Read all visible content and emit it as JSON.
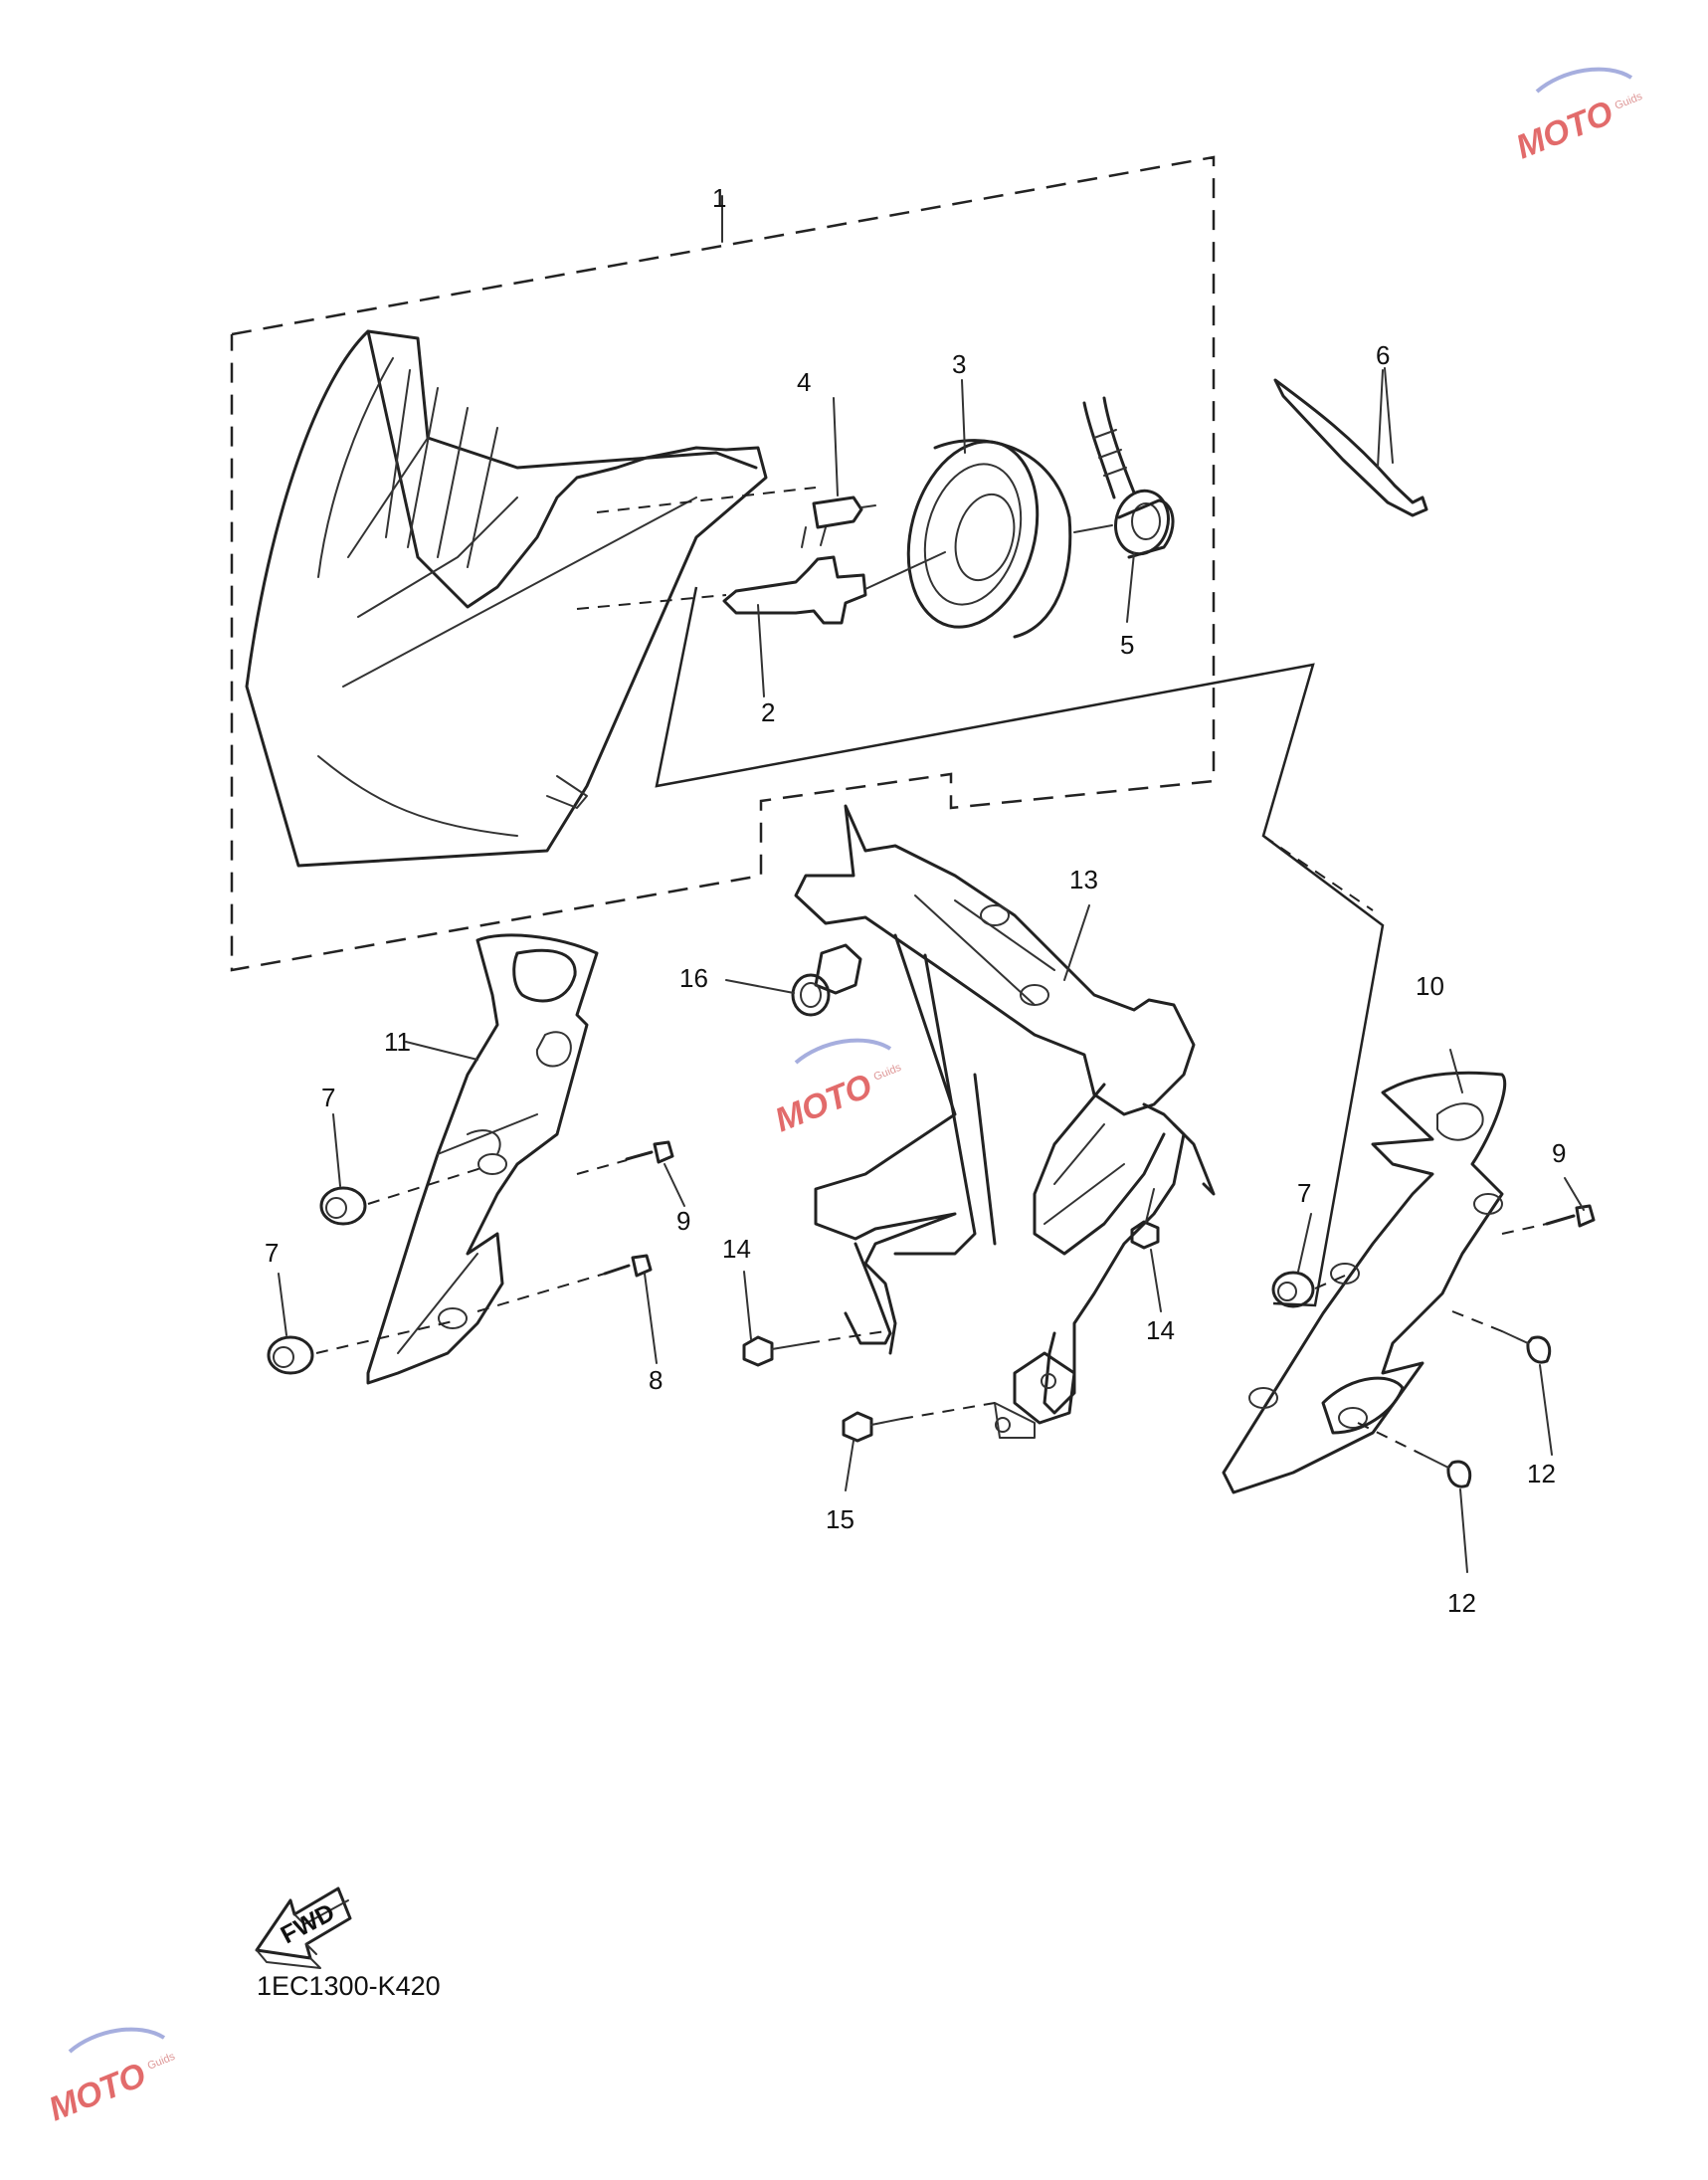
{
  "diagram": {
    "callouts": [
      "1",
      "2",
      "3",
      "4",
      "5",
      "6",
      "7",
      "8",
      "9",
      "10",
      "11",
      "12",
      "13",
      "14",
      "15",
      "16",
      "7",
      "9",
      "14",
      "7",
      "12"
    ],
    "forward_label": "FWD",
    "drawing_code": "1EC1300-K420",
    "watermark": {
      "brand": "MOTO",
      "sub": "Guids"
    }
  }
}
